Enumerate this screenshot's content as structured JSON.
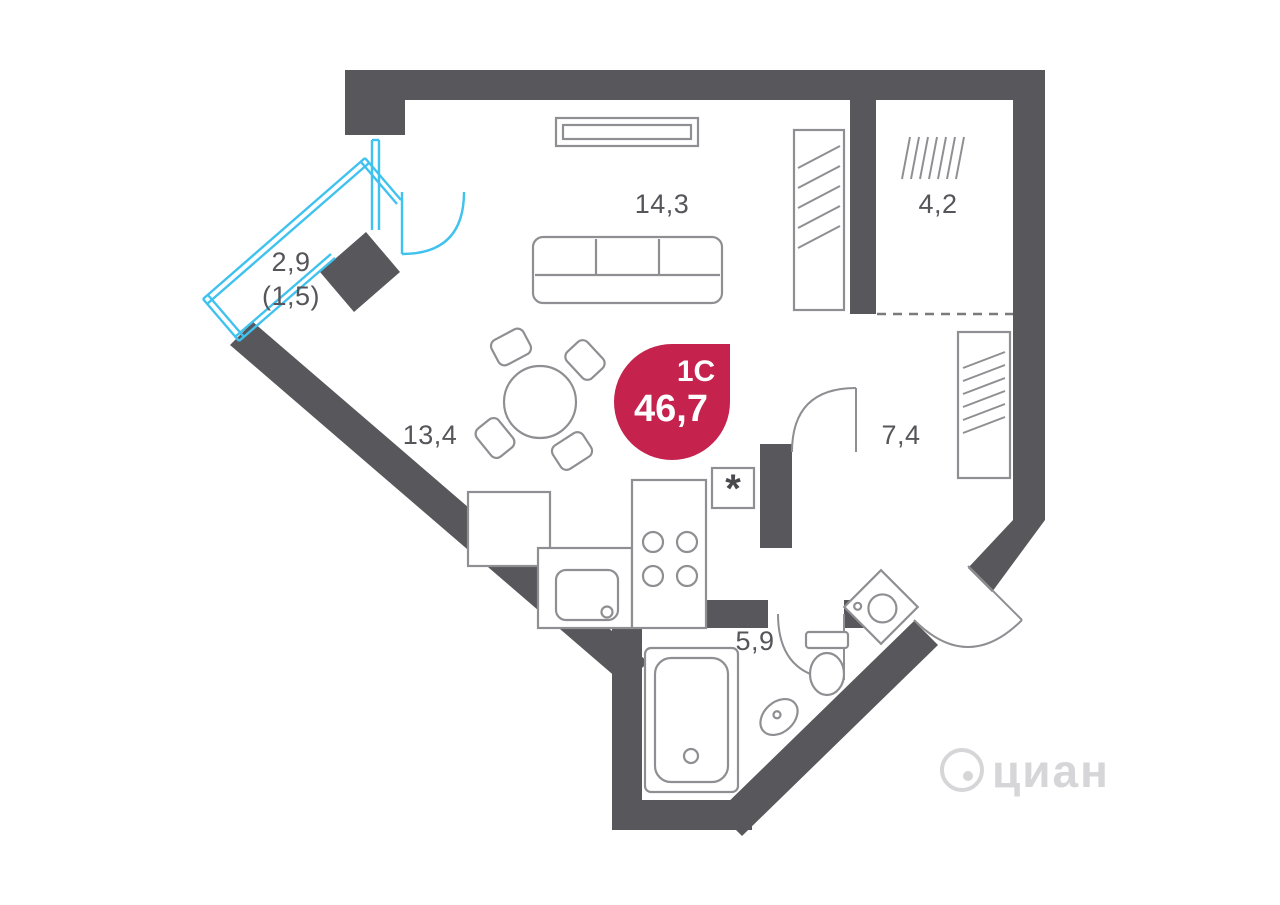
{
  "floorplan": {
    "badge": {
      "type": "1С",
      "area": "46,7",
      "color": "#c5234d"
    },
    "rooms": {
      "living": "14,3",
      "storage": "4,2",
      "balcony": "2,9",
      "balcony_reduced": "(1,5)",
      "kitchen": "13,4",
      "hallway": "7,4",
      "bathroom": "5,9"
    },
    "markers": {
      "stove": "*"
    },
    "watermark": "циан",
    "colors": {
      "walls": "#58585c",
      "glazing": "#3fc2ee",
      "furniture_lines": "#8f8f93",
      "labels": "#55555a"
    }
  }
}
